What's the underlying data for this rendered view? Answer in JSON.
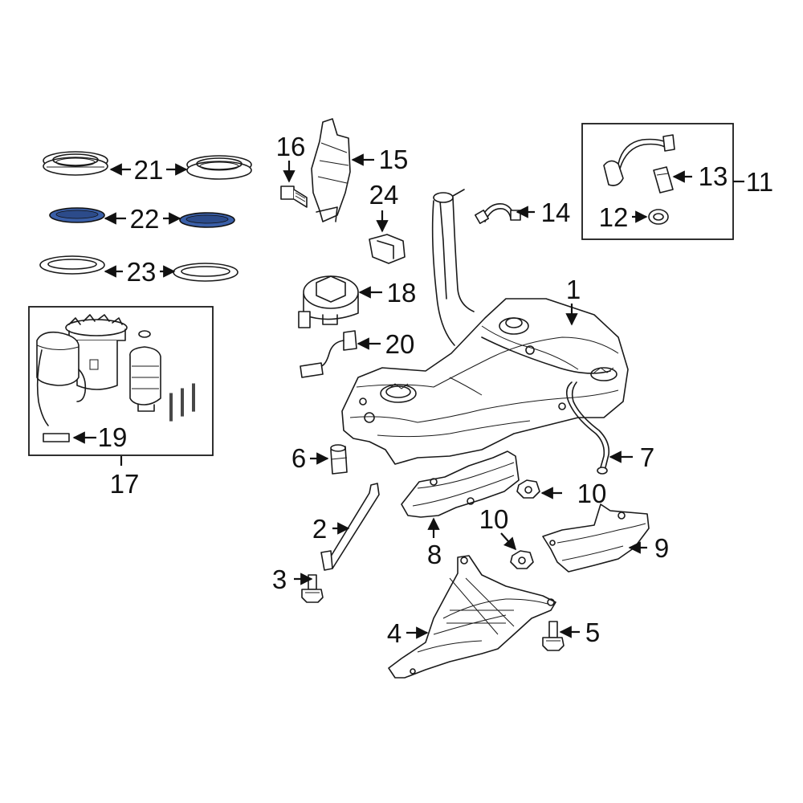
{
  "diagram": {
    "highlight_color": "#3a5fa8",
    "callouts": {
      "c1": "1",
      "c2": "2",
      "c3": "3",
      "c4": "4",
      "c5": "5",
      "c6": "6",
      "c7": "7",
      "c8": "8",
      "c9": "9",
      "c10a": "10",
      "c10b": "10",
      "c11": "11",
      "c12": "12",
      "c13": "13",
      "c14": "14",
      "c15": "15",
      "c16": "16",
      "c17": "17",
      "c18": "18",
      "c19": "19",
      "c20": "20",
      "c21": "21",
      "c22": "22",
      "c23": "23",
      "c24": "24"
    }
  }
}
